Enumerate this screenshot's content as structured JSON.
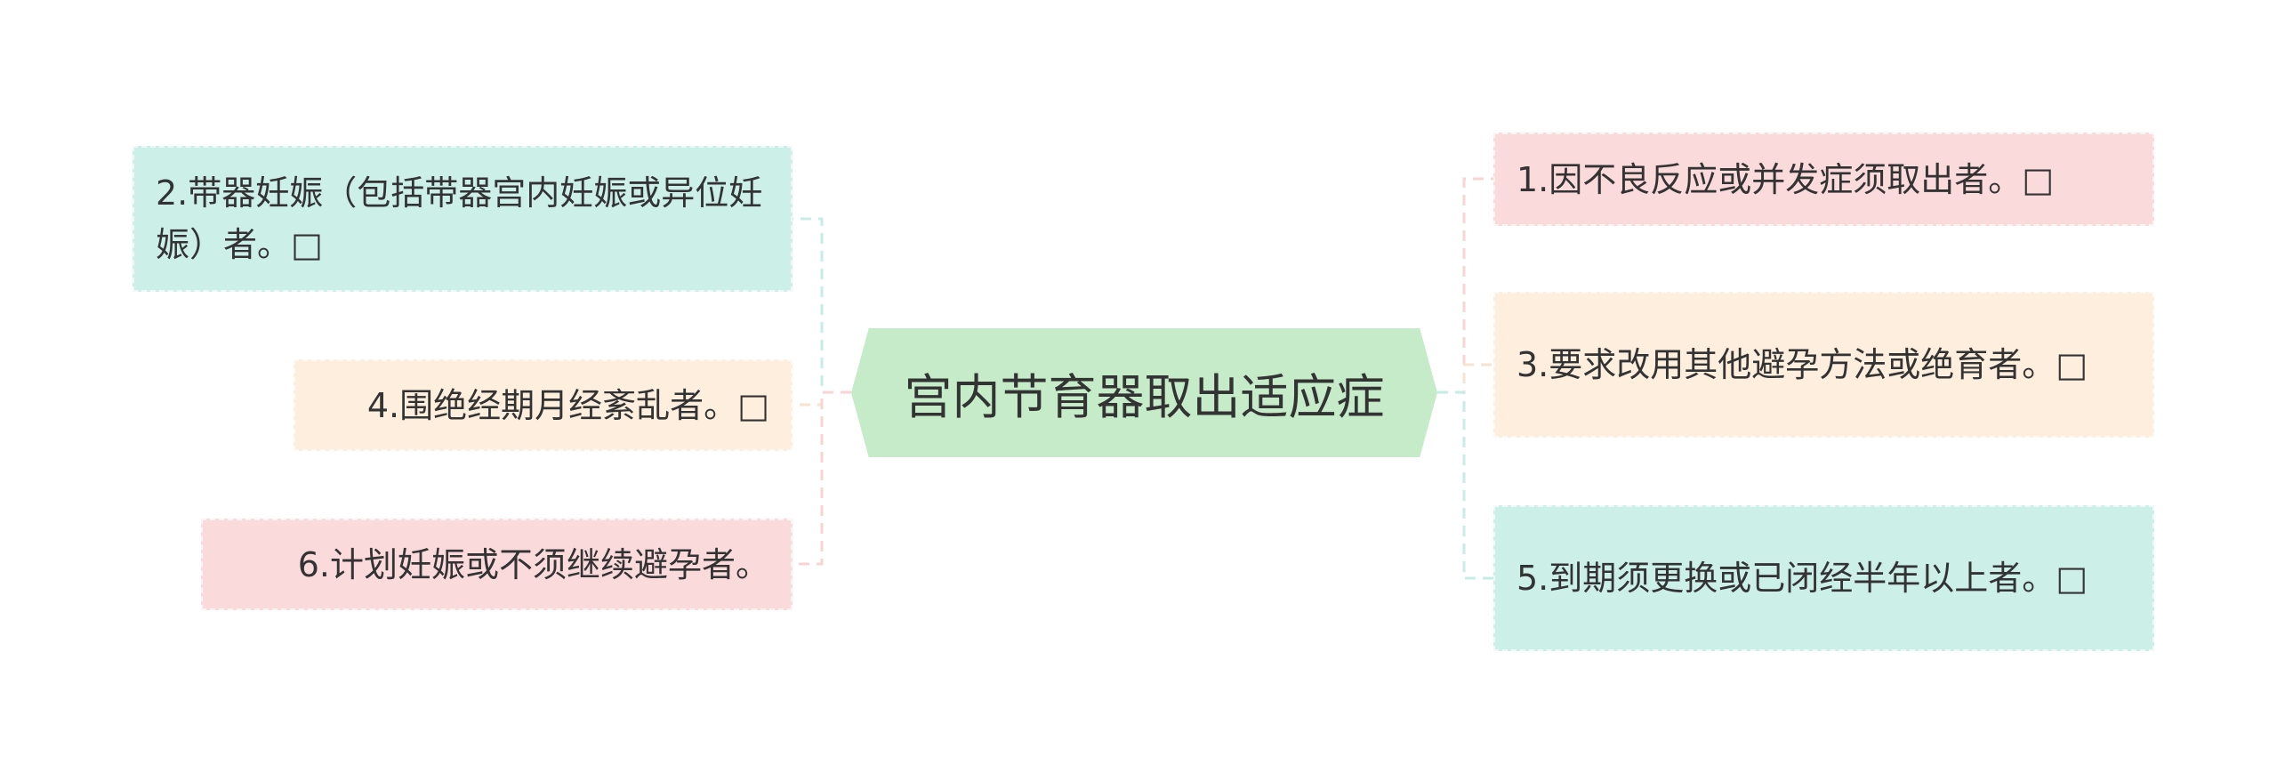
{
  "center": {
    "title": "宫内节育器取出适应症"
  },
  "left_nodes": [
    {
      "text": "2.带器妊娠（包括带器宫内妊娠或异位妊娠）者。□",
      "color": "#ccefe8"
    },
    {
      "text": "4.围绝经期月经紊乱者。□",
      "color": "#fdeedd"
    },
    {
      "text": "6.计划妊娠或不须继续避孕者。",
      "color": "#fbdadb"
    }
  ],
  "right_nodes": [
    {
      "text": "1.因不良反应或并发症须取出者。□",
      "color": "#fbdadb"
    },
    {
      "text": "3.要求改用其他避孕方法或绝育者。□",
      "color": "#fdeedd"
    },
    {
      "text": "5.到期须更换或已闭经半年以上者。□",
      "color": "#ccefe8"
    }
  ]
}
